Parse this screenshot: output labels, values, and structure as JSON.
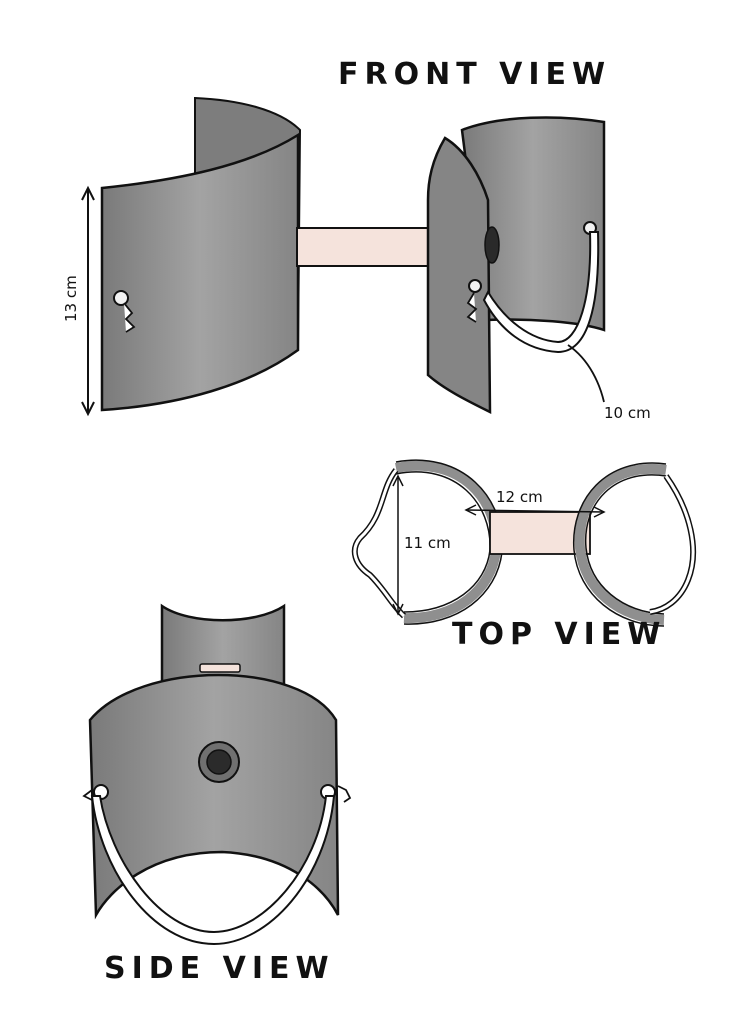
{
  "views": {
    "front": {
      "title": "FRONT VIEW",
      "height_label": "13 cm",
      "strap_label": "10 cm"
    },
    "top": {
      "title": "TOP VIEW",
      "diameter_label": "11 cm",
      "bar_label": "12 cm"
    },
    "side": {
      "title": "SIDE VIEW"
    }
  },
  "colors": {
    "shell_fill": "#8f8f8f",
    "shell_dark": "#707070",
    "bar_fill": "#f5e3dc",
    "strap_fill": "#ffffff",
    "ink": "#111111"
  }
}
